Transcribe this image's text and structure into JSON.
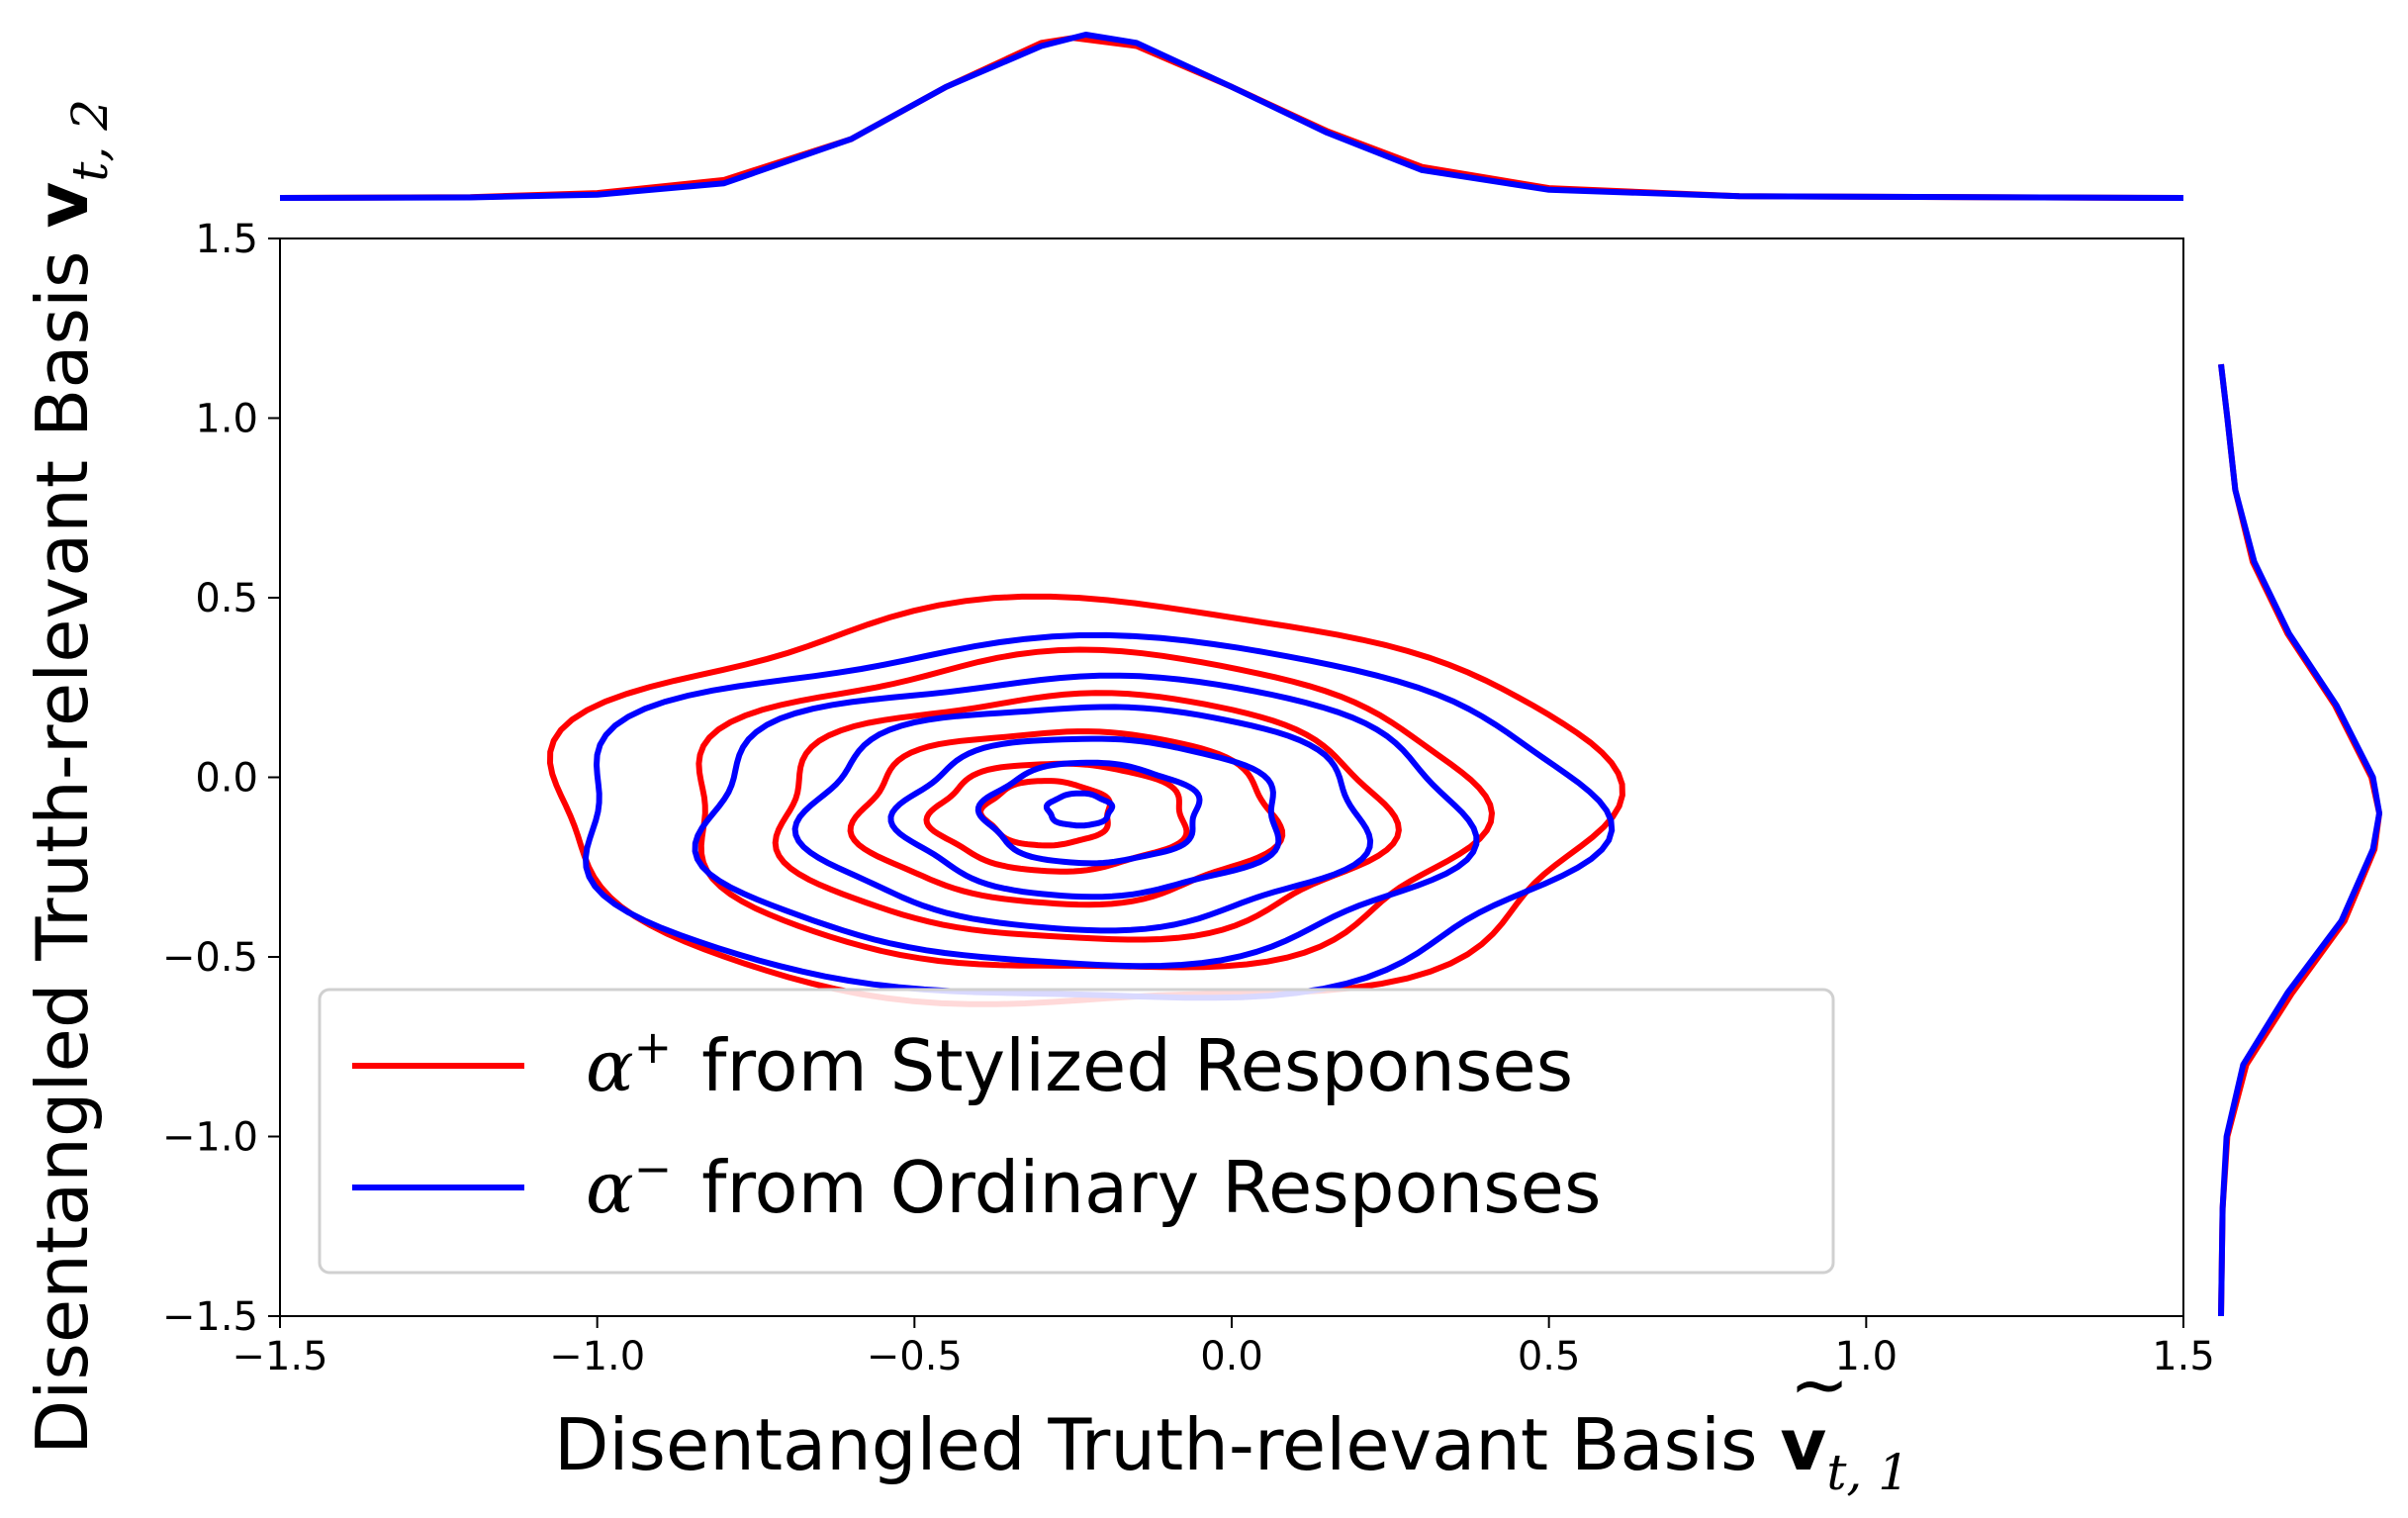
{
  "chart_data": {
    "type": "contour",
    "xlabel": {
      "text": "Disentangled Truth-relevant Basis ",
      "symbol": "v",
      "subscript": "t, 1"
    },
    "ylabel": {
      "text": "Disentangled Truth-relevant Basis ",
      "symbol": "v",
      "subscript": "t, 2"
    },
    "xlim": [
      -1.5,
      1.5
    ],
    "ylim": [
      -1.5,
      1.5
    ],
    "xticks": [
      -1.5,
      -1.0,
      -0.5,
      0.0,
      0.5,
      1.0,
      1.5
    ],
    "yticks": [
      -1.5,
      -1.0,
      -0.5,
      0.0,
      0.5,
      1.0,
      1.5
    ],
    "xtick_labels": [
      "−1.5",
      "−1.0",
      "−0.5",
      "0.0",
      "0.5",
      "1.0",
      "1.5"
    ],
    "ytick_labels": [
      "−1.5",
      "−1.0",
      "−0.5",
      "0.0",
      "0.5",
      "1.0",
      "1.5"
    ],
    "grid": false,
    "legend_position": "lower-left",
    "series": [
      {
        "name": "from Stylized Responses",
        "symbol": "α",
        "sup": "+",
        "color": "#ff0000",
        "center": [
          -0.28,
          -0.09
        ],
        "contours": [
          {
            "rx": 0.83,
            "ry": 0.56,
            "cx": -0.24,
            "cy": -0.08
          },
          {
            "rx": 0.62,
            "ry": 0.44,
            "cx": -0.24,
            "cy": -0.1
          },
          {
            "rx": 0.48,
            "ry": 0.34,
            "cx": -0.24,
            "cy": -0.11
          },
          {
            "rx": 0.33,
            "ry": 0.24,
            "cx": -0.26,
            "cy": -0.11
          },
          {
            "rx": 0.2,
            "ry": 0.15,
            "cx": -0.27,
            "cy": -0.11
          },
          {
            "rx": 0.1,
            "ry": 0.09,
            "cx": -0.29,
            "cy": -0.1
          }
        ],
        "marginal_x": [
          [
            -1.5,
            0.0
          ],
          [
            -1.2,
            0.005
          ],
          [
            -1.0,
            0.03
          ],
          [
            -0.8,
            0.11
          ],
          [
            -0.6,
            0.36
          ],
          [
            -0.45,
            0.68
          ],
          [
            -0.3,
            0.95
          ],
          [
            -0.25,
            0.98
          ],
          [
            -0.15,
            0.93
          ],
          [
            0.0,
            0.68
          ],
          [
            0.15,
            0.41
          ],
          [
            0.3,
            0.19
          ],
          [
            0.5,
            0.06
          ],
          [
            0.8,
            0.01
          ],
          [
            1.5,
            0.0
          ]
        ],
        "marginal_y": [
          [
            -1.5,
            0.0
          ],
          [
            -1.2,
            0.01
          ],
          [
            -1.0,
            0.04
          ],
          [
            -0.8,
            0.16
          ],
          [
            -0.6,
            0.45
          ],
          [
            -0.4,
            0.78
          ],
          [
            -0.2,
            0.97
          ],
          [
            -0.1,
            1.0
          ],
          [
            0.0,
            0.95
          ],
          [
            0.2,
            0.72
          ],
          [
            0.4,
            0.42
          ],
          [
            0.6,
            0.2
          ],
          [
            0.8,
            0.09
          ],
          [
            1.0,
            0.04
          ],
          [
            1.15,
            0.0
          ]
        ]
      },
      {
        "name": "from Ordinary Responses",
        "symbol": "α",
        "sup": "−",
        "color": "#0000ff",
        "center": [
          -0.22,
          -0.09
        ],
        "contours": [
          {
            "rx": 0.8,
            "ry": 0.5,
            "cx": -0.24,
            "cy": -0.12
          },
          {
            "rx": 0.6,
            "ry": 0.4,
            "cx": -0.24,
            "cy": -0.12
          },
          {
            "rx": 0.44,
            "ry": 0.31,
            "cx": -0.23,
            "cy": -0.11
          },
          {
            "rx": 0.3,
            "ry": 0.22,
            "cx": -0.22,
            "cy": -0.11
          },
          {
            "rx": 0.17,
            "ry": 0.14,
            "cx": -0.22,
            "cy": -0.1
          },
          {
            "rx": 0.05,
            "ry": 0.045,
            "cx": -0.24,
            "cy": -0.09
          }
        ],
        "marginal_x": [
          [
            -1.5,
            0.0
          ],
          [
            -1.2,
            0.003
          ],
          [
            -1.0,
            0.02
          ],
          [
            -0.8,
            0.09
          ],
          [
            -0.6,
            0.36
          ],
          [
            -0.45,
            0.68
          ],
          [
            -0.3,
            0.93
          ],
          [
            -0.23,
            1.0
          ],
          [
            -0.15,
            0.95
          ],
          [
            0.0,
            0.68
          ],
          [
            0.15,
            0.4
          ],
          [
            0.3,
            0.17
          ],
          [
            0.5,
            0.05
          ],
          [
            0.8,
            0.01
          ],
          [
            1.5,
            0.0
          ]
        ],
        "marginal_y": [
          [
            -1.5,
            0.0
          ],
          [
            -1.2,
            0.01
          ],
          [
            -1.0,
            0.035
          ],
          [
            -0.8,
            0.14
          ],
          [
            -0.6,
            0.42
          ],
          [
            -0.4,
            0.76
          ],
          [
            -0.2,
            0.96
          ],
          [
            -0.1,
            1.0
          ],
          [
            0.0,
            0.96
          ],
          [
            0.2,
            0.73
          ],
          [
            0.4,
            0.43
          ],
          [
            0.6,
            0.21
          ],
          [
            0.8,
            0.09
          ],
          [
            1.0,
            0.04
          ],
          [
            1.15,
            0.0
          ]
        ]
      }
    ]
  }
}
